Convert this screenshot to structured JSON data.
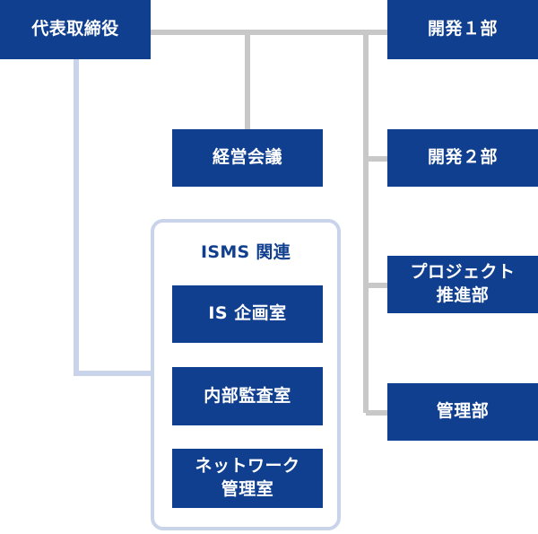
{
  "colors": {
    "box_fill": "#103f8f",
    "box_text": "#ffffff",
    "connector_gray": "#c8c8c8",
    "connector_blue": "#c9d3e9",
    "group_border": "#c9d3e9"
  },
  "nodes": {
    "ceo": "代表取締役",
    "dev1": "開発１部",
    "management_meeting": "経営会議",
    "dev2": "開発２部",
    "project_promotion": "プロジェクト\n推進部",
    "admin": "管理部"
  },
  "isms_group": {
    "title": "ISMS 関連",
    "items": {
      "is_planning": "IS 企画室",
      "internal_audit": "内部監査室",
      "network_admin": "ネットワーク\n管理室"
    }
  }
}
